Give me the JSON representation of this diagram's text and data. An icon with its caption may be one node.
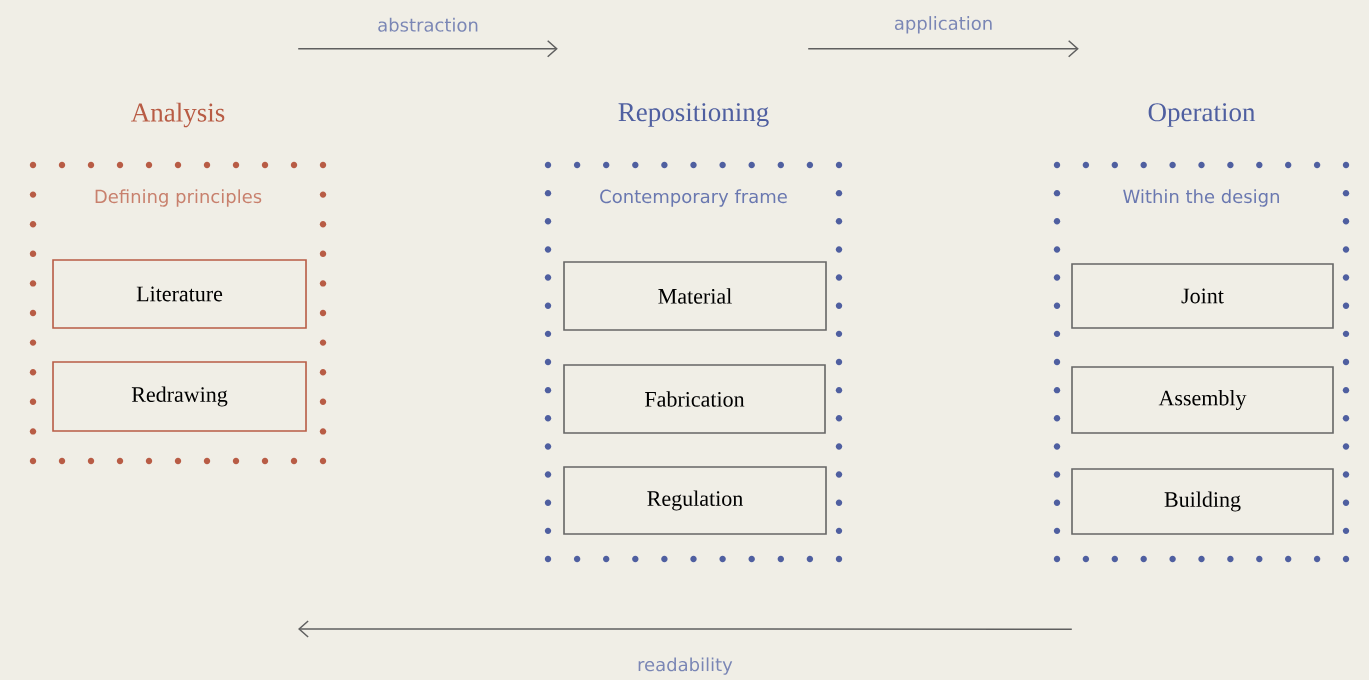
{
  "diagram": {
    "nodes": [
      {
        "text": [
          "Analysis",
          "Defining principles"
        ]
      },
      {
        "text": [
          "Literature"
        ],
        "in": 0
      },
      {
        "text": [
          "Redrawing"
        ],
        "in": 0
      },
      {
        "text": [
          "Repositioning",
          "Contemporary frame"
        ]
      },
      {
        "text": [
          "Material"
        ],
        "in": 3
      },
      {
        "text": [
          "Fabrication"
        ],
        "in": 3
      },
      {
        "text": [
          "Regulation"
        ],
        "in": 3
      },
      {
        "text": [
          "Operation",
          "Within the design"
        ]
      },
      {
        "text": [
          "Joint"
        ],
        "in": 7
      },
      {
        "text": [
          "Assembly"
        ],
        "in": 7
      },
      {
        "text": [
          "Building"
        ],
        "in": 7
      }
    ],
    "edges": [
      {
        "from": 0,
        "to": 3,
        "arrow": "to",
        "label": "abstraction"
      },
      {
        "from": 3,
        "to": 7,
        "arrow": "to",
        "label": "application"
      },
      {
        "from": 7,
        "to": null,
        "arrow": "to",
        "label": "readability"
      }
    ]
  }
}
